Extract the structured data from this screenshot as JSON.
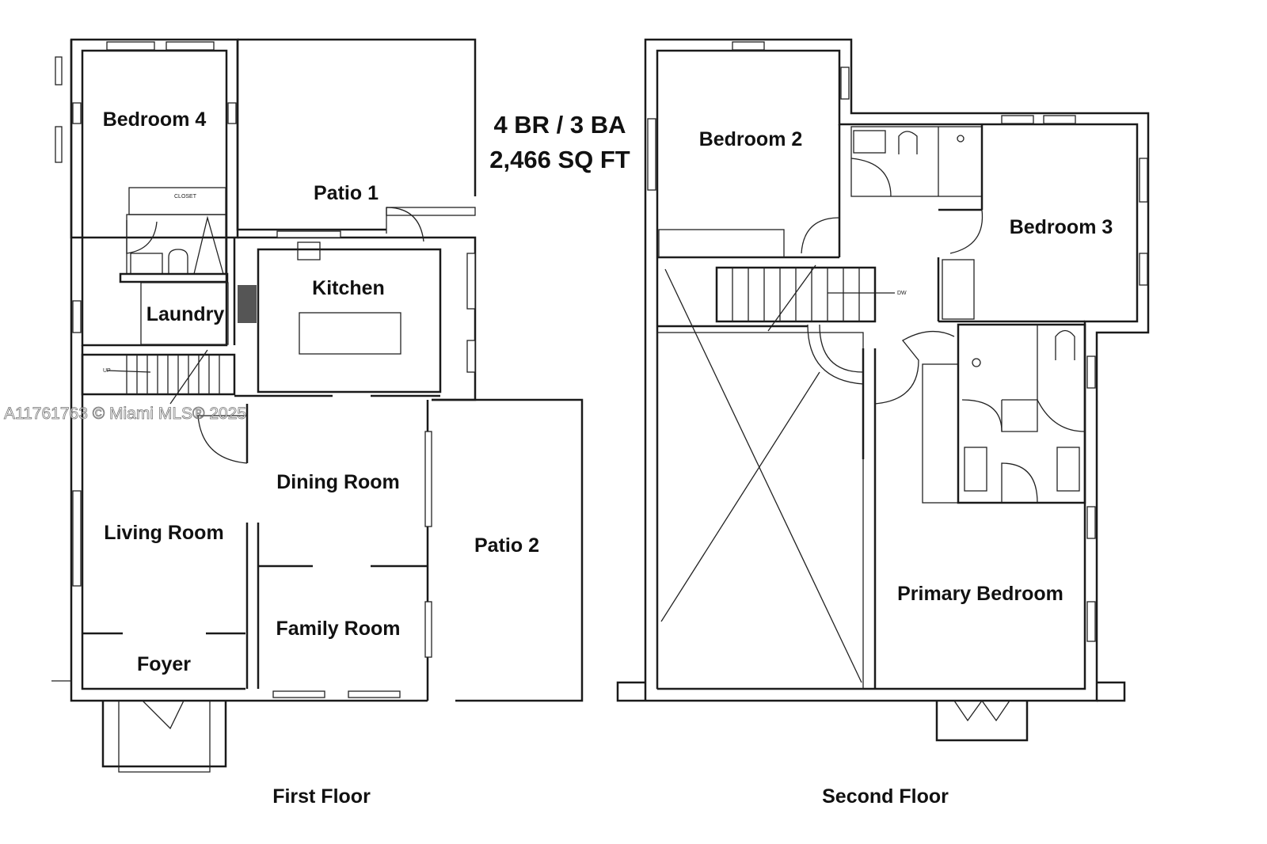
{
  "summary": {
    "beds_baths": "4 BR / 3 BA",
    "area": "2,466 SQ FT"
  },
  "first_floor": {
    "caption": "First Floor",
    "rooms": {
      "bedroom4": "Bedroom 4",
      "patio1": "Patio 1",
      "kitchen": "Kitchen",
      "laundry": "Laundry",
      "dining": "Dining Room",
      "living": "Living Room",
      "patio2": "Patio 2",
      "family": "Family Room",
      "foyer": "Foyer"
    },
    "annotations": {
      "closet": "CLOSET",
      "stairs_up": "UP"
    }
  },
  "second_floor": {
    "caption": "Second Floor",
    "rooms": {
      "bedroom2": "Bedroom 2",
      "bedroom3": "Bedroom 3",
      "primary": "Primary Bedroom"
    },
    "annotations": {
      "stairs": "DW"
    }
  },
  "watermark": "A11761763 © Miami MLS® 2025"
}
